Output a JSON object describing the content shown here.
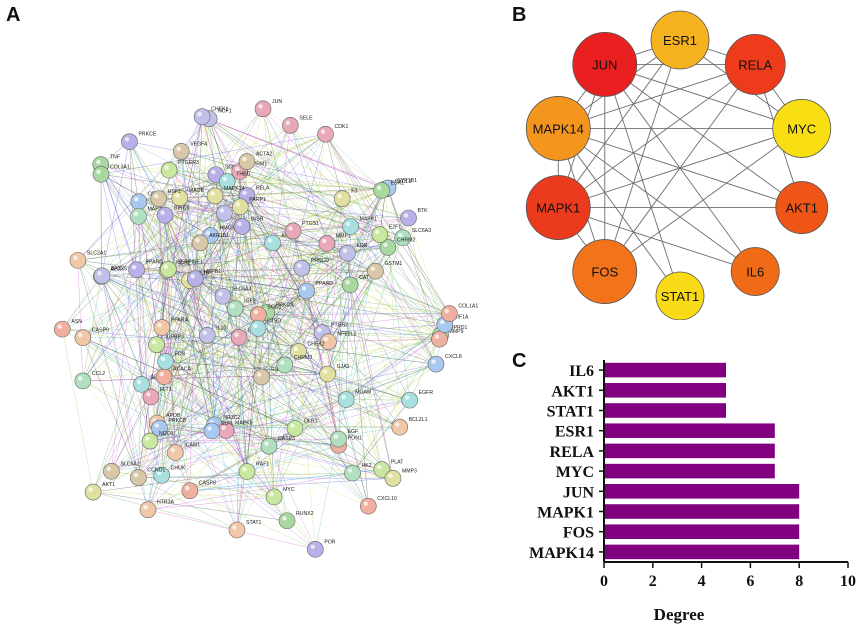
{
  "panels": {
    "a": "A",
    "b": "B",
    "c": "C"
  },
  "panel_a": {
    "node_labels": [
      "OPRD1",
      "NR3C2",
      "SCN5A",
      "HTR3A",
      "OPRM1",
      "PTGER3",
      "KCNH2",
      "SLC6A2",
      "SLC6A4",
      "MAOB",
      "SLC6A3",
      "PON1",
      "CHRM2",
      "ODC1",
      "BTK",
      "APOB",
      "PTGS1",
      "OLR1",
      "ADRB1",
      "GSTM1",
      "NCF1",
      "GJA1",
      "ALOX5",
      "ACACA",
      "PRKCA",
      "PRKCB",
      "PRKCE",
      "PPARA",
      "FLT1",
      "NQO1",
      "CHUK",
      "NOS2",
      "KDR",
      "F3",
      "MAP2",
      "ASN",
      "CAT",
      "HMOX1",
      "PPARG",
      "ICAM1",
      "SELE",
      "PLAT",
      "MGAM",
      "GSTP1",
      "PTGS2",
      "IL1B",
      "CCL2",
      "CXCL10",
      "CXCL1",
      "CYP1B1",
      "INSR",
      "NFE2L2",
      "IL6",
      "SERPINE1",
      "THBD",
      "AKR1B1",
      "PRKCD",
      "AKT1",
      "EGF",
      "MMP9",
      "TNF",
      "CXCL8",
      "POR",
      "SLC2A1",
      "MAPK8",
      "MYC",
      "EGFR",
      "VEGFA",
      "IL10",
      "MMP3",
      "HK2",
      "SOD1",
      "ESR1",
      "HIF1A",
      "RELA",
      "STAT1",
      "MMP1",
      "RAF1",
      "MAPK1",
      "CCND1",
      "BCL2",
      "MAPK14",
      "CASP3",
      "COL1A1",
      "COL3A1",
      "PPARD",
      "HSPB1",
      "CASP9",
      "JUN",
      "IGFBP3",
      "FOS",
      "HSF1",
      "BAX",
      "PARP1",
      "IGF2",
      "CASP8",
      "RUNX2",
      "SLPI",
      "BIRC5",
      "BCL2L1",
      "CDK1",
      "E2F1",
      "CTSD",
      "ACTA2",
      "CHEK1",
      "CHEK2",
      "CHRM3"
    ]
  },
  "panel_b": {
    "nodes": [
      {
        "label": "ESR1",
        "color": "#F5B21E"
      },
      {
        "label": "RELA",
        "color": "#EE3B1C"
      },
      {
        "label": "MYC",
        "color": "#F8DE12"
      },
      {
        "label": "AKT1",
        "color": "#EE5517"
      },
      {
        "label": "IL6",
        "color": "#F06B16"
      },
      {
        "label": "STAT1",
        "color": "#F8DA18"
      },
      {
        "label": "FOS",
        "color": "#F2731A"
      },
      {
        "label": "MAPK1",
        "color": "#EC3A1E"
      },
      {
        "label": "MAPK14",
        "color": "#F4951E"
      },
      {
        "label": "JUN",
        "color": "#EA2020"
      }
    ],
    "edges": [
      [
        "JUN",
        "ESR1"
      ],
      [
        "JUN",
        "RELA"
      ],
      [
        "JUN",
        "MYC"
      ],
      [
        "JUN",
        "AKT1"
      ],
      [
        "JUN",
        "IL6"
      ],
      [
        "JUN",
        "STAT1"
      ],
      [
        "JUN",
        "FOS"
      ],
      [
        "JUN",
        "MAPK1"
      ],
      [
        "ESR1",
        "RELA"
      ],
      [
        "ESR1",
        "MYC"
      ],
      [
        "ESR1",
        "FOS"
      ],
      [
        "ESR1",
        "MAPK14"
      ],
      [
        "ESR1",
        "MAPK1"
      ],
      [
        "RELA",
        "MYC"
      ],
      [
        "RELA",
        "AKT1"
      ],
      [
        "RELA",
        "FOS"
      ],
      [
        "RELA",
        "MAPK14"
      ],
      [
        "RELA",
        "MAPK1"
      ],
      [
        "MYC",
        "FOS"
      ],
      [
        "MYC",
        "MAPK14"
      ],
      [
        "MYC",
        "MAPK1"
      ],
      [
        "AKT1",
        "MAPK14"
      ],
      [
        "AKT1",
        "MAPK1"
      ],
      [
        "IL6",
        "MAPK14"
      ],
      [
        "IL6",
        "MAPK1"
      ],
      [
        "STAT1",
        "MAPK14"
      ],
      [
        "FOS",
        "MAPK14"
      ],
      [
        "FOS",
        "MAPK1"
      ],
      [
        "MAPK1",
        "MAPK14"
      ],
      [
        "MAPK14",
        "JUN"
      ]
    ]
  },
  "chart_data": {
    "type": "bar",
    "orientation": "horizontal",
    "categories": [
      "IL6",
      "AKT1",
      "STAT1",
      "ESR1",
      "RELA",
      "MYC",
      "JUN",
      "MAPK1",
      "FOS",
      "MAPK14"
    ],
    "values": [
      5,
      5,
      5,
      7,
      7,
      7,
      8,
      8,
      8,
      8
    ],
    "xlabel": "Degree",
    "ylabel": "",
    "xlim": [
      0,
      10
    ],
    "xticks": [
      "0",
      "2",
      "4",
      "6",
      "8",
      "10"
    ],
    "bar_color": "#800080",
    "grid": false
  }
}
